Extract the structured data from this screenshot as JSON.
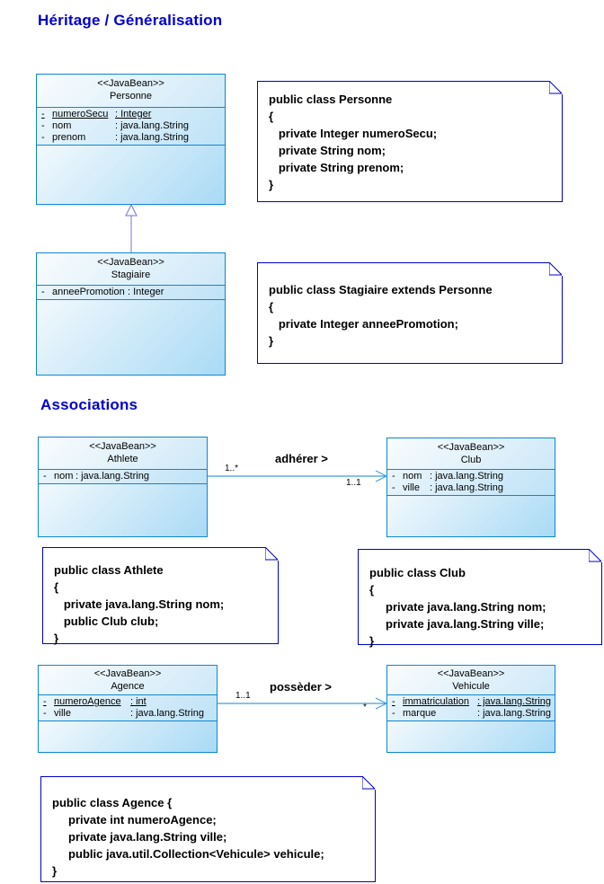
{
  "sections": {
    "heritage_title": "Héritage / Généralisation",
    "associations_title": "Associations"
  },
  "classes": {
    "personne": {
      "stereotype": "<<JavaBean>>",
      "name": "Personne",
      "attrs": [
        {
          "vis": "-",
          "name": "numeroSecu",
          "type": ": Integer"
        },
        {
          "vis": "-",
          "name": "nom",
          "type": ": java.lang.String"
        },
        {
          "vis": "-",
          "name": "prenom",
          "type": ": java.lang.String"
        }
      ]
    },
    "stagiaire": {
      "stereotype": "<<JavaBean>>",
      "name": "Stagiaire",
      "attrs": [
        {
          "vis": "-",
          "name": "anneePromotion",
          "type": ": Integer"
        }
      ]
    },
    "athlete": {
      "stereotype": "<<JavaBean>>",
      "name": "Athlete",
      "attrs": [
        {
          "vis": "-",
          "name": "nom",
          "type": ": java.lang.String"
        }
      ]
    },
    "club": {
      "stereotype": "<<JavaBean>>",
      "name": "Club",
      "attrs": [
        {
          "vis": "-",
          "name": "nom",
          "type": ": java.lang.String"
        },
        {
          "vis": "-",
          "name": "ville",
          "type": ": java.lang.String"
        }
      ]
    },
    "agence": {
      "stereotype": "<<JavaBean>>",
      "name": "Agence",
      "attrs": [
        {
          "vis": "-",
          "name": "numeroAgence",
          "type": ": int"
        },
        {
          "vis": "-",
          "name": "ville",
          "type": ": java.lang.String"
        }
      ]
    },
    "vehicule": {
      "stereotype": "<<JavaBean>>",
      "name": "Vehicule",
      "attrs": [
        {
          "vis": "-",
          "name": "immatriculation",
          "type": ": java.lang.String"
        },
        {
          "vis": "-",
          "name": "marque",
          "type": ": java.lang.String"
        }
      ]
    }
  },
  "notes": {
    "personne": [
      "public class Personne",
      "{",
      "   private Integer numeroSecu;",
      "   private String nom;",
      "   private String prenom;",
      "}"
    ],
    "stagiaire": [
      "public class Stagiaire extends Personne",
      "{",
      "   private Integer anneePromotion;",
      "}"
    ],
    "athlete": [
      "public class Athlete",
      "{",
      "   private java.lang.String nom;",
      "   public Club club;",
      "}"
    ],
    "club": [
      "public class Club",
      "{",
      "     private java.lang.String nom;",
      "     private java.lang.String ville;",
      "}"
    ],
    "agence": [
      "public class Agence {",
      "     private int numeroAgence;",
      "     private java.lang.String ville;",
      "     public java.util.Collection<Vehicule> vehicule;",
      "}"
    ]
  },
  "associations": {
    "adherer": {
      "label": "adhérer >",
      "source_mult": "1..*",
      "target_mult": "1..1"
    },
    "posseder": {
      "label": "possèder >",
      "source_mult": "1..1",
      "target_mult": "*"
    }
  },
  "colors": {
    "title_blue": "#0000cf",
    "class_border_blue": "#0d87d1",
    "class_fill_light": "#f2f9fd",
    "class_fill_dark": "#a9daf5",
    "note_border_blue": "#0000cc",
    "generalization_purple": "#7272e2",
    "association_blue": "#0d87d1"
  }
}
